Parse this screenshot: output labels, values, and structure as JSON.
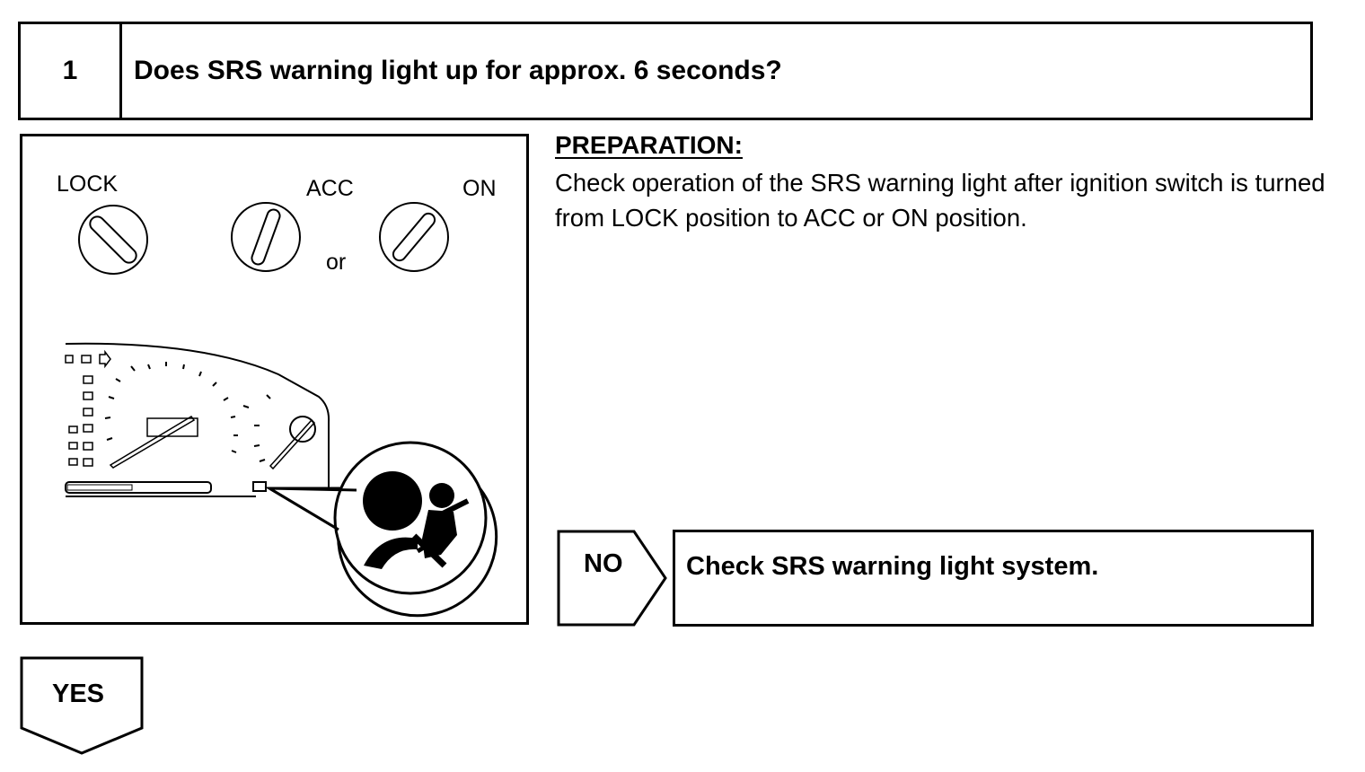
{
  "step": {
    "number": "1",
    "question": "Does SRS warning light up for approx. 6 seconds?"
  },
  "illustration": {
    "labels": {
      "lock": "LOCK",
      "acc": "ACC",
      "on": "ON",
      "or": "or"
    },
    "icons": [
      "ignition-key-lock-icon",
      "ignition-key-acc-icon",
      "ignition-key-on-icon",
      "instrument-cluster-icon",
      "srs-airbag-warning-icon"
    ]
  },
  "preparation": {
    "title": "PREPARATION:",
    "body": "Check operation of the SRS warning light after ignition switch is turned from LOCK position to ACC or ON position."
  },
  "no_branch": {
    "label": "NO",
    "action": "Check SRS warning light system."
  },
  "yes_branch": {
    "label": "YES"
  },
  "colors": {
    "ink": "#000000",
    "paper": "#ffffff"
  }
}
